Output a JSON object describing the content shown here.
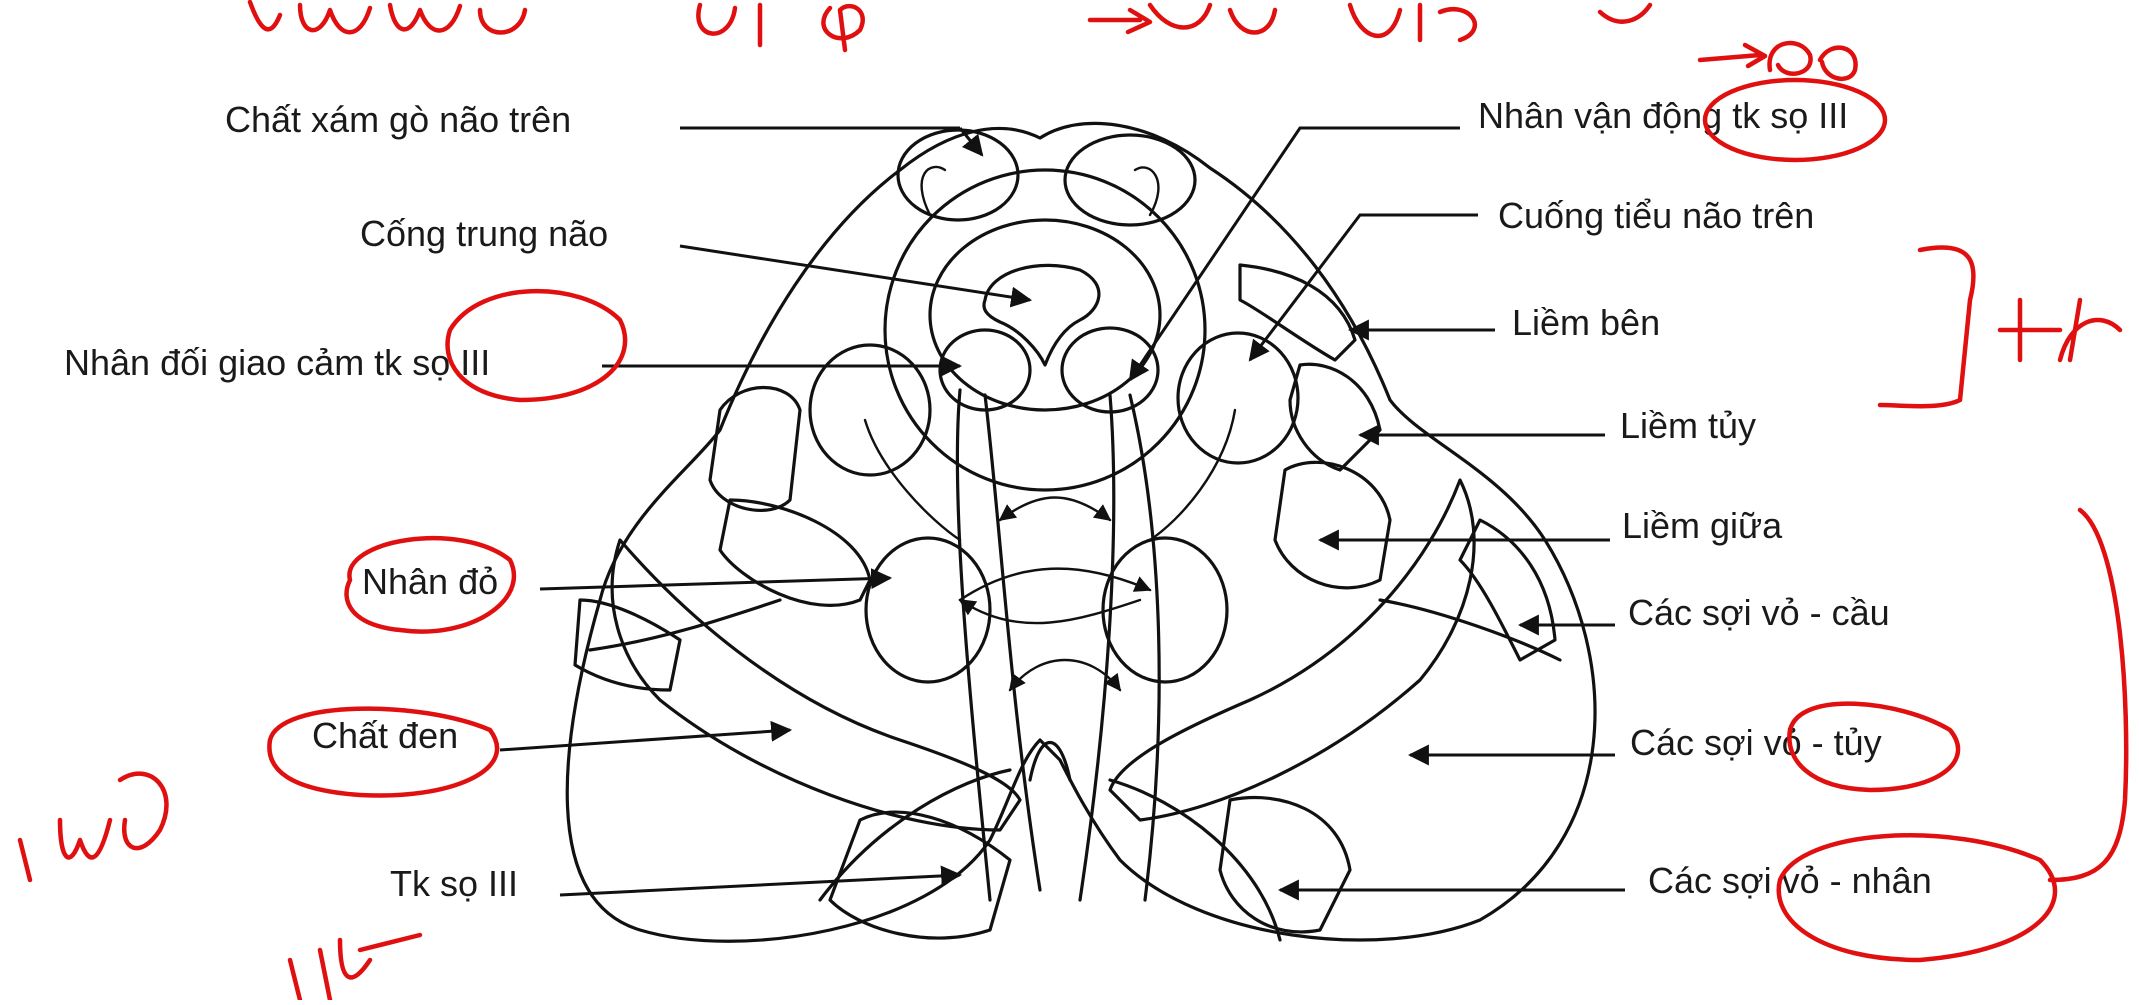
{
  "labels": {
    "left": [
      "Chất xám gò não trên",
      "Cống trung não",
      "Nhân đối giao cảm tk sọ III",
      "Nhân đỏ",
      "Chất đen",
      "Tk sọ III"
    ],
    "right": [
      "Nhân vận động tk sọ III",
      "Cuống tiểu não trên",
      "Liềm bên",
      "Liềm tủy",
      "Liềm giữa",
      "Các sợi vỏ - cầu",
      "Các sợi vỏ - tủy",
      "Các sợi vỏ - nhân"
    ]
  },
  "colors": {
    "ink": "#111111",
    "annotation": "#e01010",
    "background": "#ffffff"
  }
}
